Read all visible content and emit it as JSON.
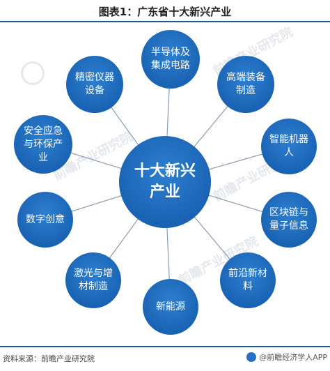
{
  "title": "图表1：广东省十大新兴产业",
  "center": {
    "label": "十大新兴产业"
  },
  "nodes": [
    {
      "id": "semiconductor",
      "label": "半导体及集成电路"
    },
    {
      "id": "hightech-equip",
      "label": "高端装备制造"
    },
    {
      "id": "smart-robot",
      "label": "智能机器人"
    },
    {
      "id": "blockchain",
      "label": "区块链与量子信息"
    },
    {
      "id": "new-material",
      "label": "前沿新材料"
    },
    {
      "id": "new-energy",
      "label": "新能源"
    },
    {
      "id": "laser",
      "label": "激光与增材制造"
    },
    {
      "id": "digital-creative",
      "label": "数字创意"
    },
    {
      "id": "safety",
      "label": "安全应急与环保产业"
    },
    {
      "id": "precision",
      "label": "精密仪器设备"
    }
  ],
  "watermark_text": "前瞻产业研究院",
  "footer": {
    "source": "资料来源：前瞻产业研究院",
    "brand": "@前瞻经济学人APP"
  },
  "colors": {
    "node": "#1a63b4",
    "line": "#1f5a9c",
    "connector": "#8a9bb0"
  }
}
